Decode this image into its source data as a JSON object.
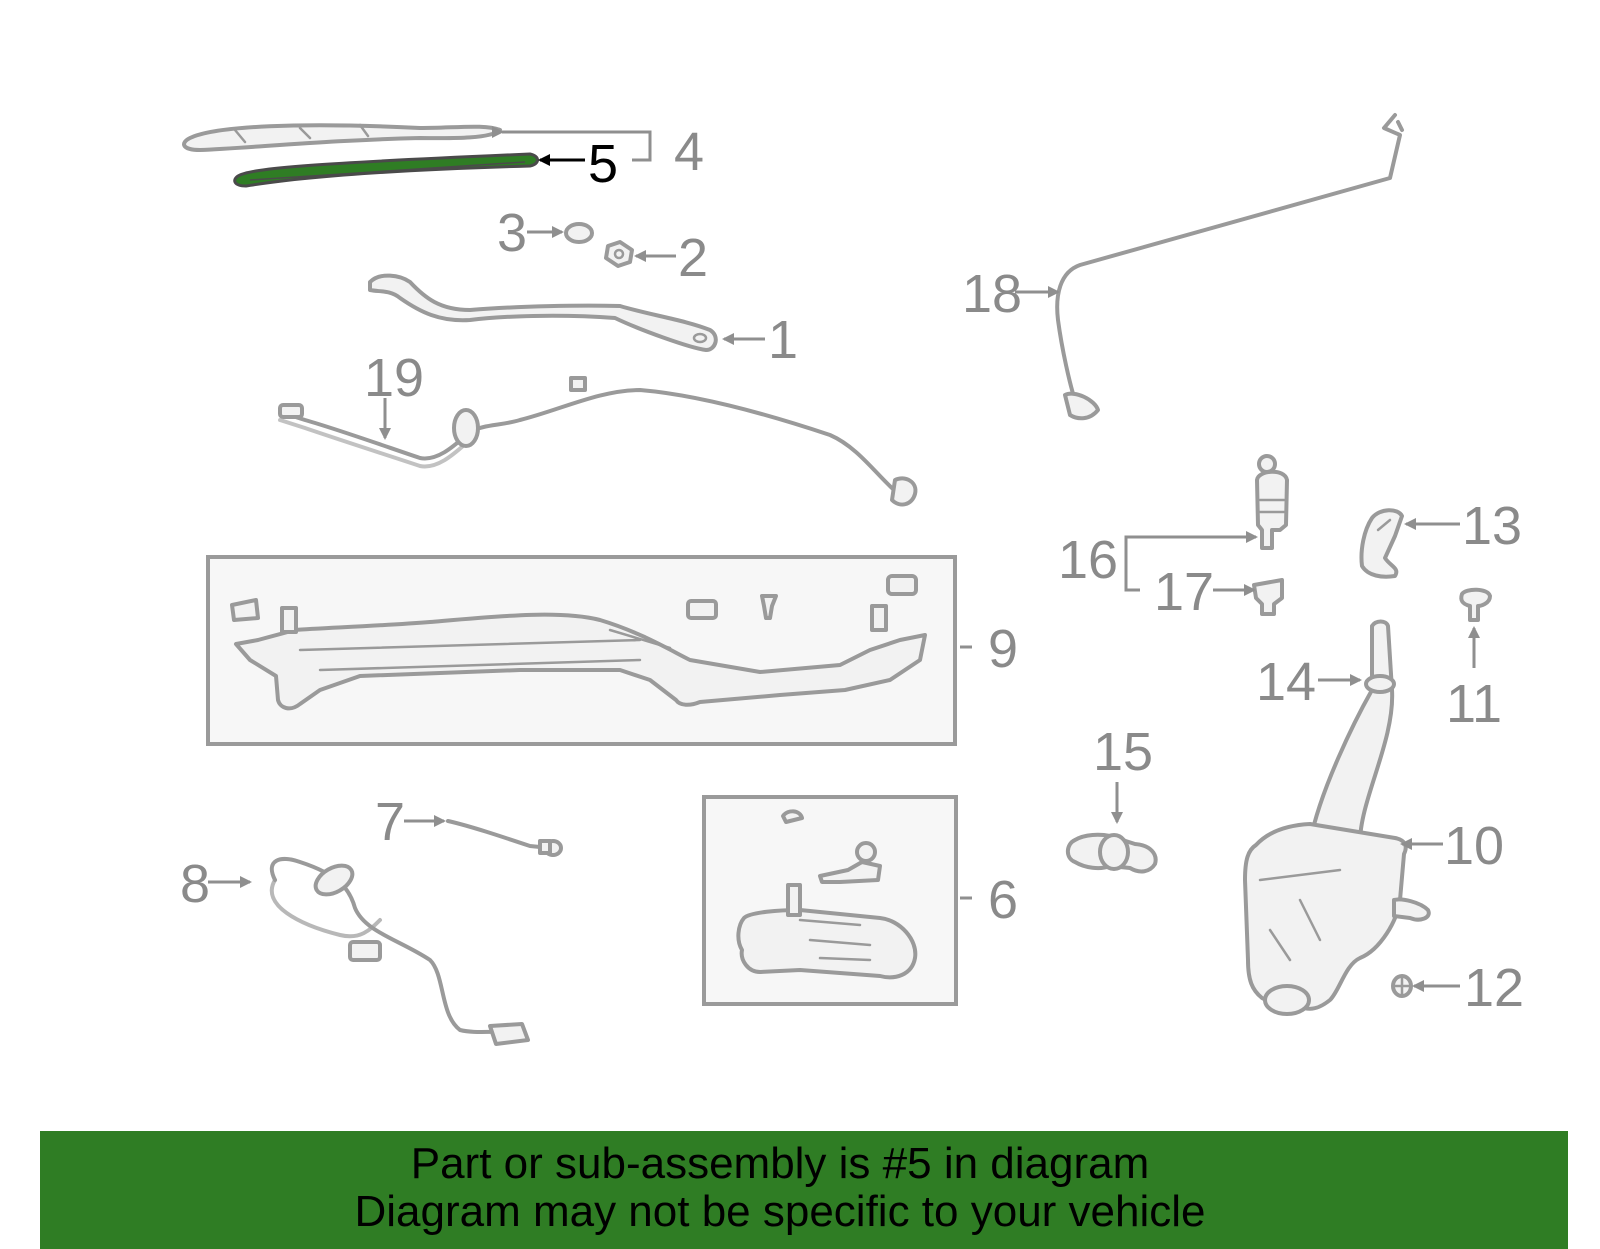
{
  "diagram": {
    "highlight_color": "#2f7d24",
    "callouts": {
      "p1": "1",
      "p2": "2",
      "p3": "3",
      "p4": "4",
      "p5": "5",
      "p6": "6",
      "p7": "7",
      "p8": "8",
      "p9": "9",
      "p10": "10",
      "p11": "11",
      "p12": "12",
      "p13": "13",
      "p14": "14",
      "p15": "15",
      "p16": "16",
      "p17": "17",
      "p18": "18",
      "p19": "19"
    },
    "highlighted_callout": "5"
  },
  "banner": {
    "line1": "Part or sub-assembly is #5 in diagram",
    "line2": "Diagram may not be specific to your vehicle",
    "background": "#2f7d24"
  }
}
